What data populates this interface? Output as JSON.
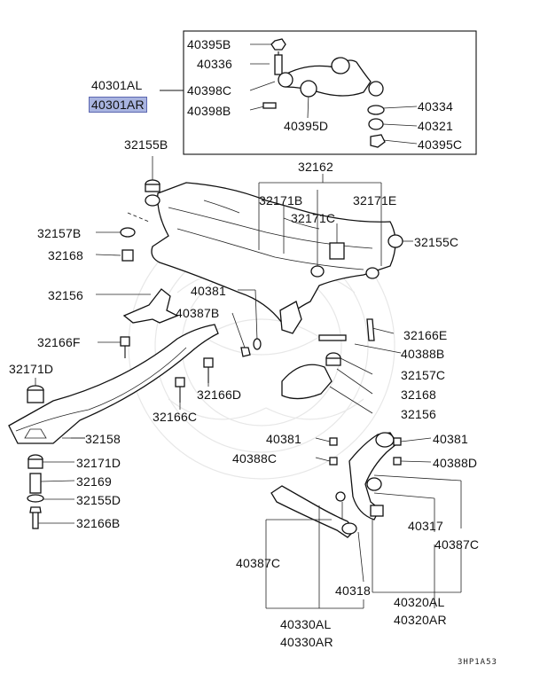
{
  "labels": {
    "p40395B": "40395B",
    "p40336": "40336",
    "p40301AL": "40301AL",
    "p40301AR": "40301AR",
    "p40398C": "40398C",
    "p40398B": "40398B",
    "p40395D": "40395D",
    "p40334": "40334",
    "p40321": "40321",
    "p40395C": "40395C",
    "p32155B": "32155B",
    "p32162": "32162",
    "p32171B": "32171B",
    "p32171E": "32171E",
    "p32171C": "32171C",
    "p32157B": "32157B",
    "p32155C": "32155C",
    "p32168a": "32168",
    "p32156a": "32156",
    "p40381a": "40381",
    "p40387B": "40387B",
    "p32166F": "32166F",
    "p32166E": "32166E",
    "p40388B": "40388B",
    "p32171D": "32171D",
    "p32157C": "32157C",
    "p32168b": "32168",
    "p32166D": "32166D",
    "p32156b": "32156",
    "p32166C": "32166C",
    "p32158": "32158",
    "p40381b": "40381",
    "p40381c": "40381",
    "p40388C": "40388C",
    "p40388D": "40388D",
    "p32171D2": "32171D",
    "p32169": "32169",
    "p32155D": "32155D",
    "p32166B": "32166B",
    "p40317": "40317",
    "p40387C1": "40387C",
    "p40387C2": "40387C",
    "p40318": "40318",
    "p40320AL": "40320AL",
    "p40320AR": "40320AR",
    "p40330AL": "40330AL",
    "p40330AR": "40330AR"
  },
  "diagram_code": "3HP1A53",
  "highlight_color": "#a9b4e0"
}
